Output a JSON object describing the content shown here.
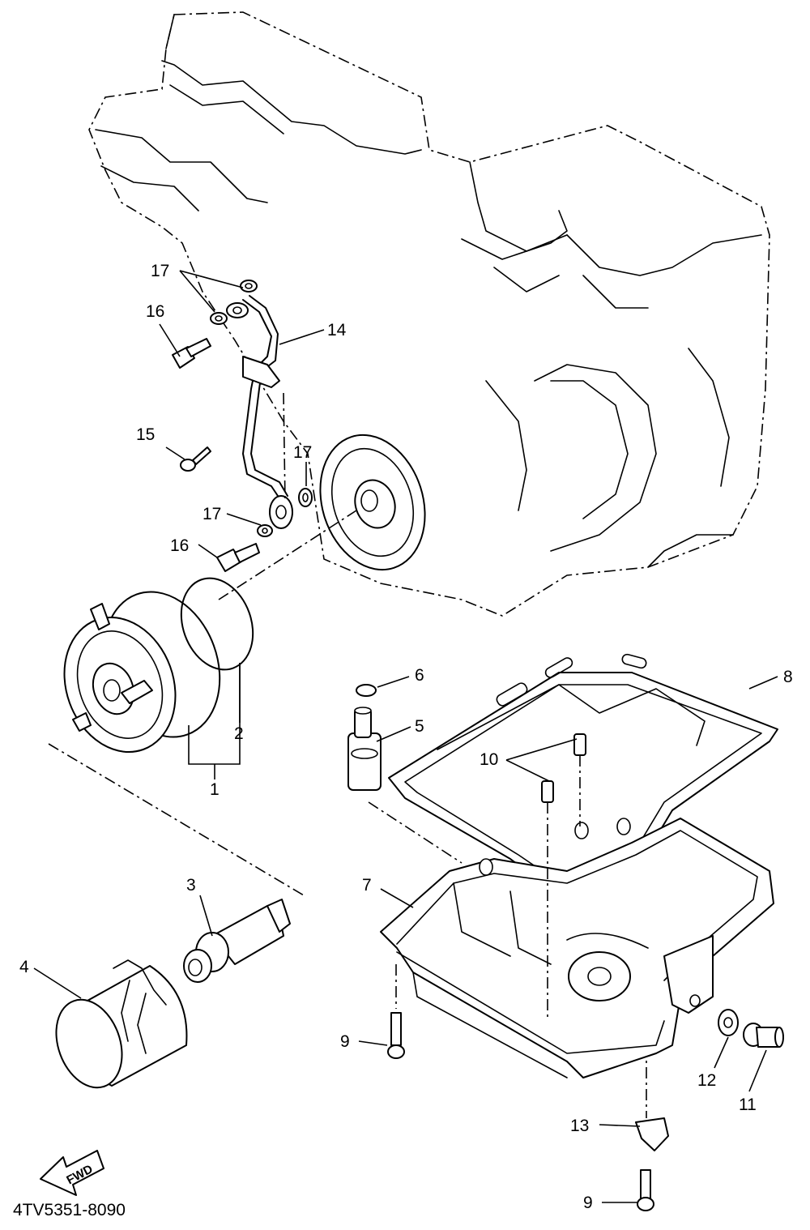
{
  "figure_code": "4TV5351-8090",
  "fwd_label": "FWD",
  "callouts": {
    "c1": "1",
    "c2": "2",
    "c3": "3",
    "c4": "4",
    "c5": "5",
    "c6": "6",
    "c7": "7",
    "c8": "8",
    "c9a": "9",
    "c9b": "9",
    "c10": "10",
    "c11": "11",
    "c12": "12",
    "c13": "13",
    "c14": "14",
    "c15": "15",
    "c16a": "16",
    "c16b": "16",
    "c17a": "17",
    "c17b": "17",
    "c17c": "17"
  }
}
